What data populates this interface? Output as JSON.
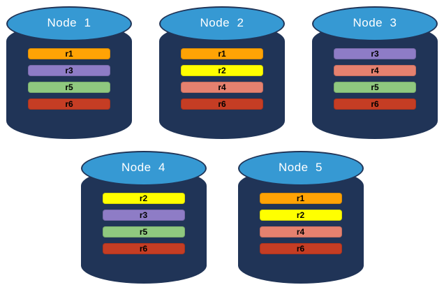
{
  "colors": {
    "background": "#FFFFFF",
    "cylinder_body": "#203457",
    "cylinder_top": "#3699D3",
    "title_text": "#FFFFFF",
    "bar_text": "#000000",
    "replica_colors": {
      "r1": "#FFA305",
      "r2": "#FFFF00",
      "r3": "#8E7CC6",
      "r4": "#E5816F",
      "r5": "#8FC87F",
      "r6": "#C53D24"
    }
  },
  "icons": {
    "cylinder": "database-cylinder-icon"
  },
  "nodes": [
    {
      "label": "Node  1",
      "replicas": [
        "r1",
        "r3",
        "r5",
        "r6"
      ]
    },
    {
      "label": "Node  2",
      "replicas": [
        "r1",
        "r2",
        "r4",
        "r6"
      ]
    },
    {
      "label": "Node  3",
      "replicas": [
        "r3",
        "r4",
        "r5",
        "r6"
      ]
    },
    {
      "label": "Node  4",
      "replicas": [
        "r2",
        "r3",
        "r5",
        "r6"
      ]
    },
    {
      "label": "Node  5",
      "replicas": [
        "r1",
        "r2",
        "r4",
        "r6"
      ]
    }
  ],
  "layout": {
    "rows": [
      [
        0,
        1,
        2
      ],
      [
        3,
        4
      ]
    ]
  }
}
